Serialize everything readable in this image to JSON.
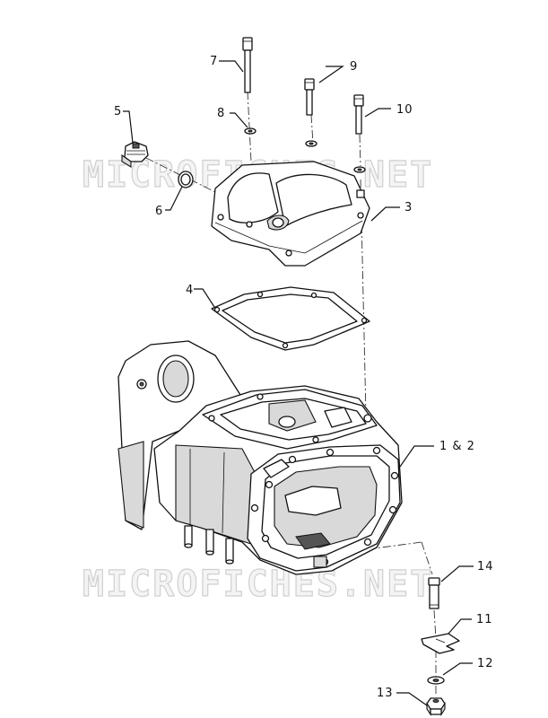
{
  "watermarks": [
    {
      "text": "MICROFICHES.NET"
    },
    {
      "text": "MICROFICHES.NET"
    }
  ],
  "callouts": {
    "c1": "1 & 2",
    "c3": "3",
    "c4": "4",
    "c5": "5",
    "c6": "6",
    "c7": "7",
    "c8": "8",
    "c9": "9",
    "c10": "10",
    "c11": "11",
    "c12": "12",
    "c13": "13",
    "c14": "14"
  }
}
